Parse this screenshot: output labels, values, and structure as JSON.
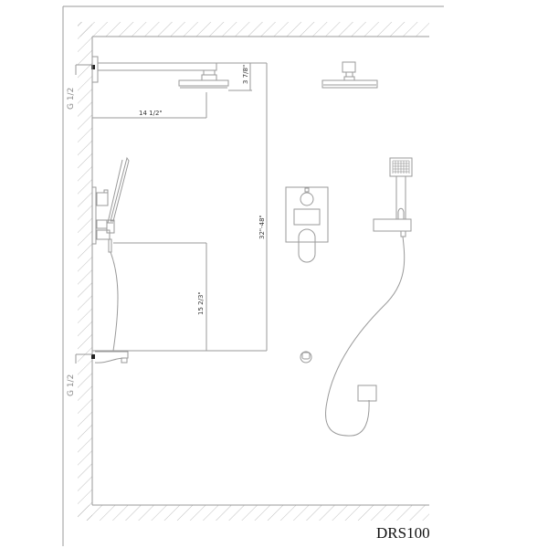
{
  "drawing": {
    "type": "shower system installation diagram",
    "model_label": "DRS100",
    "colors": {
      "line": "#9a9a9a",
      "hatch": "#b0b0b0",
      "text": "#333333",
      "background": "#ffffff"
    }
  },
  "dimensions": {
    "arm_length": "14 1/2\"",
    "showerhead_drop": "3 7/8\"",
    "valve_height_range": "32\"-48\"",
    "spout_to_handshower": "15 2/3\""
  },
  "connections": {
    "top_inlet": "G 1/2",
    "bottom_inlet": "G 1/2"
  },
  "components": [
    {
      "name": "rain shower head with wall arm",
      "view": "side"
    },
    {
      "name": "rain shower head",
      "view": "front"
    },
    {
      "name": "hand shower on wall bracket",
      "view": "side"
    },
    {
      "name": "hand shower with holder",
      "view": "front"
    },
    {
      "name": "diverter valve trim plate",
      "view": "front"
    },
    {
      "name": "tub spout",
      "view": "side"
    },
    {
      "name": "spout outlet",
      "view": "front"
    },
    {
      "name": "hose and wall elbow",
      "view": "front"
    }
  ]
}
